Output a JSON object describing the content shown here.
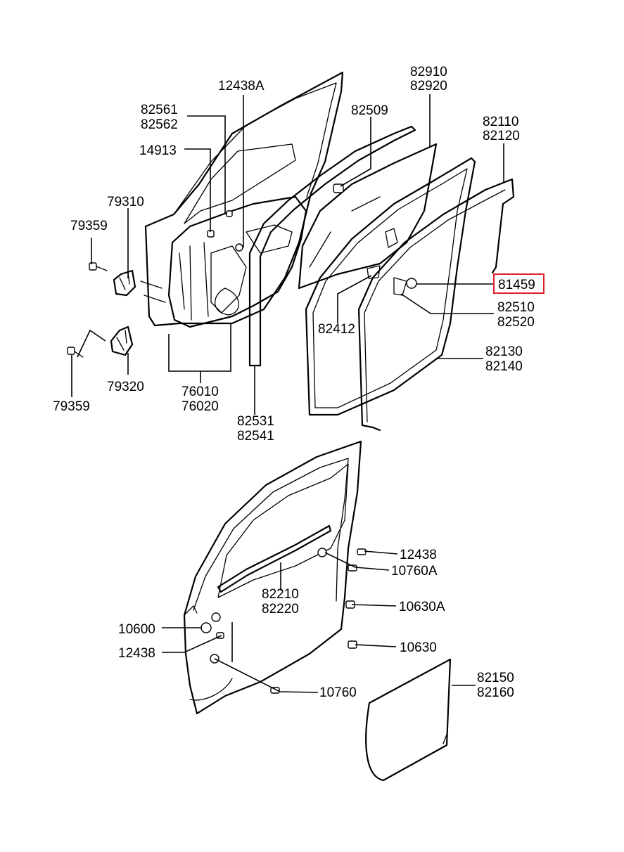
{
  "diagram": {
    "labels": {
      "p12438A": "12438A",
      "p82561": "82561",
      "p82562": "82562",
      "p14913": "14913",
      "p79310": "79310",
      "p79359a": "79359",
      "p79359b": "79359",
      "p79320": "79320",
      "p76010": "76010",
      "p76020": "76020",
      "p82509": "82509",
      "p82910": "82910",
      "p82920": "82920",
      "p82110": "82110",
      "p82120": "82120",
      "p81459": "81459",
      "p82510": "82510",
      "p82520": "82520",
      "p82412": "82412",
      "p82130": "82130",
      "p82140": "82140",
      "p82531": "82531",
      "p82541": "82541",
      "p12438a": "12438",
      "p10760A": "10760A",
      "p10630A": "10630A",
      "p82210": "82210",
      "p82220": "82220",
      "p10600": "10600",
      "p12438b": "12438",
      "p10630": "10630",
      "p10760": "10760",
      "p82150": "82150",
      "p82160": "82160"
    },
    "highlight_color": "#e0202a"
  }
}
